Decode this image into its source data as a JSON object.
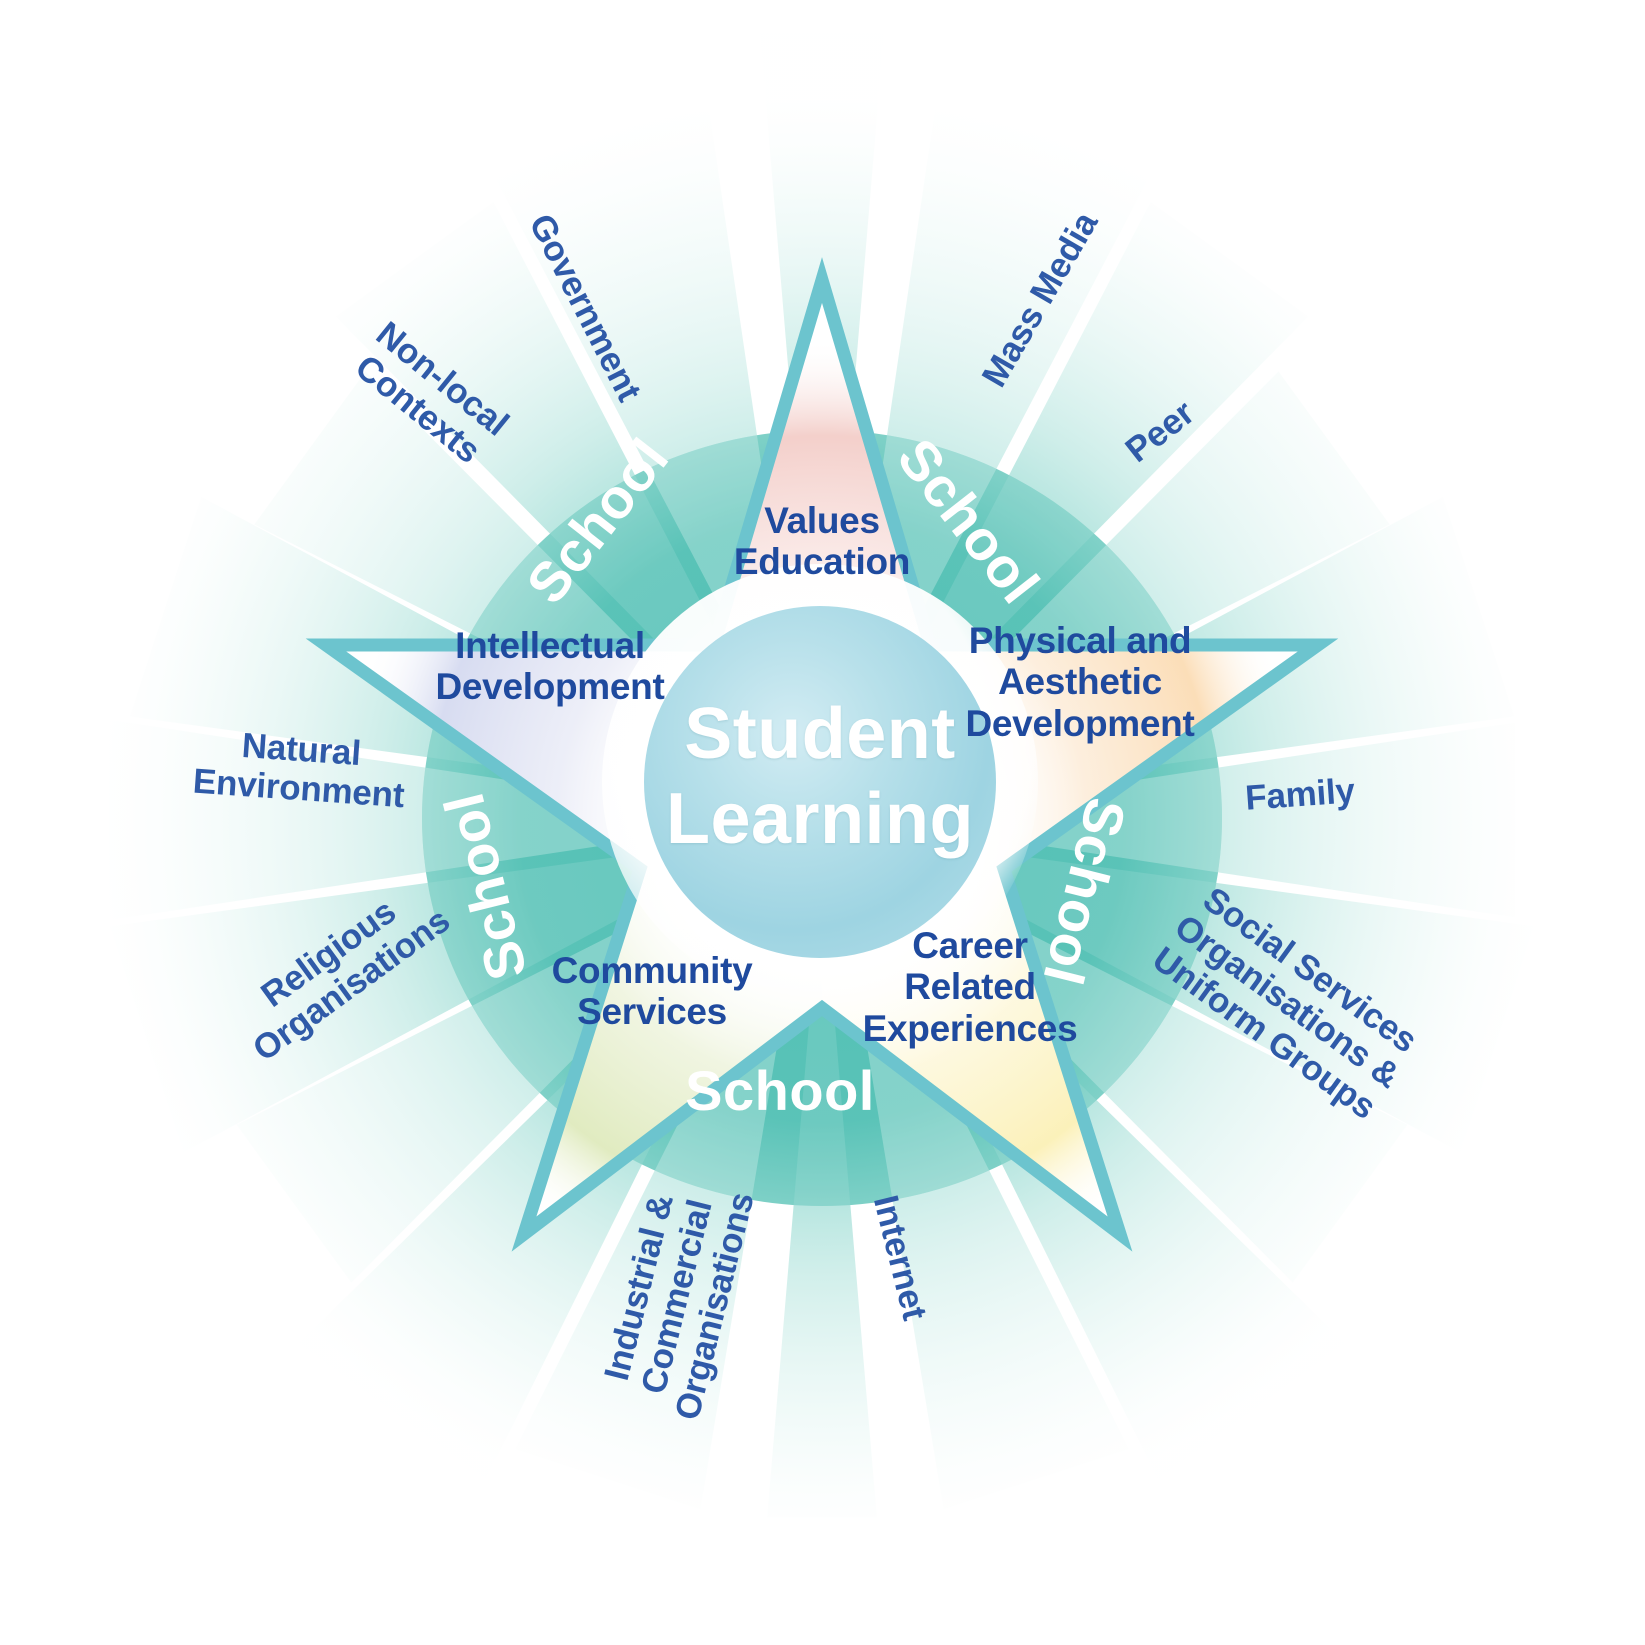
{
  "diagram": {
    "title": "Student Learning",
    "center": {
      "label": "Student\nLearning"
    },
    "school_rings": [
      {
        "id": "school-top-left",
        "label": "School"
      },
      {
        "id": "school-top-right",
        "label": "School"
      },
      {
        "id": "school-right",
        "label": "School"
      },
      {
        "id": "school-bottom",
        "label": "School"
      },
      {
        "id": "school-left",
        "label": "School"
      }
    ],
    "learning_domains": [
      {
        "id": "values-education",
        "label": "Values\nEducation",
        "color": "#f6d7d3"
      },
      {
        "id": "physical-and-aesthetic-development",
        "label": "Physical and\nAesthetic\nDevelopment",
        "color": "#fbe1c2"
      },
      {
        "id": "career-related-experiences",
        "label": "Career\nRelated\nExperiences",
        "color": "#fcf3c4"
      },
      {
        "id": "community-services",
        "label": "Community\nServices",
        "color": "#e4edc9"
      },
      {
        "id": "intellectual-development",
        "label": "Intellectual\nDevelopment",
        "color": "#dee1f2"
      }
    ],
    "external_contexts": [
      {
        "id": "government",
        "label": "Government"
      },
      {
        "id": "mass-media",
        "label": "Mass Media"
      },
      {
        "id": "peer",
        "label": "Peer"
      },
      {
        "id": "family",
        "label": "Family"
      },
      {
        "id": "social-services-organisations-uniform-groups",
        "label": "Social Services\nOrganisations &\nUniform Groups"
      },
      {
        "id": "internet",
        "label": "Internet"
      },
      {
        "id": "industrial-commercial-organisations",
        "label": "Industrial &\nCommercial\nOrganisations"
      },
      {
        "id": "religious-organisations",
        "label": "Religious\nOrganisations"
      },
      {
        "id": "natural-environment",
        "label": "Natural\nEnvironment"
      },
      {
        "id": "non-local-contexts",
        "label": "Non-local\nContexts"
      }
    ],
    "colors": {
      "star_outline": "#6cc4ce",
      "ring_teal": "#4dbdb3",
      "ray_teal": "#7ccfc5",
      "center_blue": "#9ed4e2",
      "label_blue": "#2f5aa8",
      "domain_blue": "#1f4a9e",
      "background": "#ffffff"
    }
  }
}
